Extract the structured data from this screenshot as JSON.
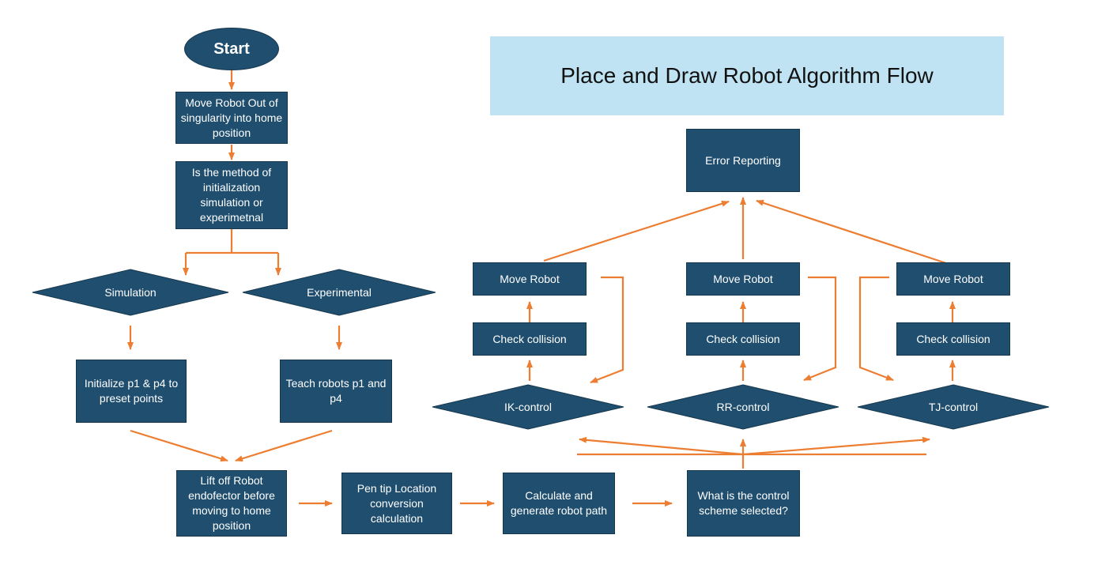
{
  "title": "Place and Draw Robot Algorithm Flow",
  "colors": {
    "node_fill": "#1f4e6e",
    "node_border": "#16384f",
    "arrow": "#ec7d31",
    "title_fill": "#bfe3f3",
    "text": "#ffffff"
  },
  "nodes": {
    "start": "Start",
    "move_out": "Move Robot Out of singularity into home position",
    "method_question": "Is the method of initialization simulation or experimetnal",
    "simulation": "Simulation",
    "experimental": "Experimental",
    "init_preset": "Initialize p1 & p4 to preset points",
    "teach": "Teach robots p1 and p4",
    "lift_off": "Lift off Robot endofector before moving to home position",
    "pen_tip": "Pen tip Location conversion calculation",
    "calculate_path": "Calculate and generate robot path",
    "control_question": "What is the control scheme selected?",
    "ik_control": "IK-control",
    "rr_control": "RR-control",
    "tj_control": "TJ-control",
    "ik_check": "Check collision",
    "rr_check": "Check collision",
    "tj_check": "Check collision",
    "ik_move": "Move Robot",
    "rr_move": "Move Robot",
    "tj_move": "Move Robot",
    "error_reporting": "Error Reporting"
  }
}
